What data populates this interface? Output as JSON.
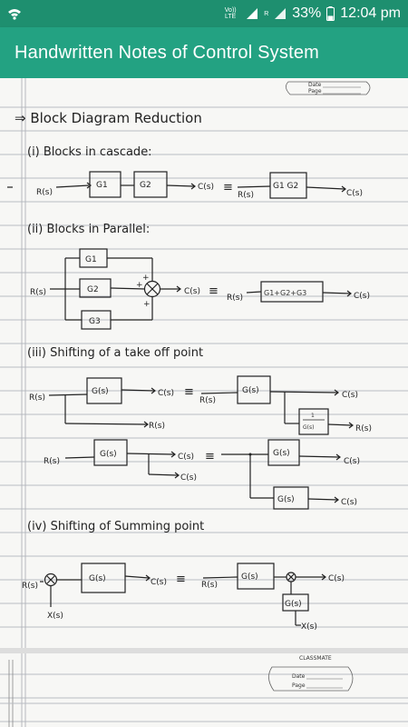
{
  "status_bar": {
    "volte_label": "Vo)) LTE",
    "sim_label": "R",
    "battery": "33%",
    "time": "12:04 pm"
  },
  "app_bar": {
    "title": "Handwritten Notes of Control System"
  },
  "notes": {
    "stamp": {
      "date": "Date",
      "page": "Page"
    },
    "stamp2": {
      "brand": "CLASSMATE",
      "date": "Date",
      "page": "Page"
    },
    "heading": "⇒ Block Diagram Reduction",
    "sec1": {
      "title": "(i) Blocks in cascade:",
      "input": "R(s)",
      "g1": "G1",
      "g2": "G2",
      "output": "C(s)",
      "equiv": "≡",
      "r_right": "R(s)",
      "combined": "G1 G2",
      "c_right": "C(s)"
    },
    "sec2": {
      "title": "(ii) Blocks in Parallel:",
      "input": "R(s)",
      "g1": "G1",
      "g2": "G2",
      "g3": "G3",
      "output": "C(s)",
      "equiv": "≡",
      "r_right": "R(s)",
      "combined": "G1+G2+G3",
      "c_right": "C(s)",
      "plus": "+"
    },
    "sec3": {
      "title": "(iii) Shifting of a take off point",
      "a_input": "R(s)",
      "a_block": "G(s)",
      "a_out": "C(s)",
      "a_branch": "R(s)",
      "equiv": "≡",
      "b_input": "R(s)",
      "b_block": "G(s)",
      "b_out": "C(s)",
      "b_inv_num": "1",
      "b_inv_den": "G(s)",
      "b_branch": "R(s)",
      "c_input": "R(s)",
      "c_block": "G(s)",
      "c_out": "C(s)",
      "c_branch": "C(s)",
      "d_block_top": "G(s)",
      "d_out_top": "C(s)",
      "d_block_bot": "G(s)",
      "d_out_bot": "C(s)"
    },
    "sec4": {
      "title": "(iv) Shifting of Summing point",
      "input": "R(s)",
      "block": "G(s)",
      "output": "C(s)",
      "disturb": "X(s)",
      "equiv": "≡",
      "r_right": "R(s)",
      "block_right": "G(s)",
      "c_right": "C(s)",
      "g_branch": "G(s)",
      "x_right": "X(s)"
    }
  },
  "colors": {
    "status_bar_bg": "#1e8f6f",
    "app_bar_bg": "#23a282",
    "paper": "#f7f7f5",
    "ruling": "#b9bcc4",
    "ink": "#222222"
  }
}
